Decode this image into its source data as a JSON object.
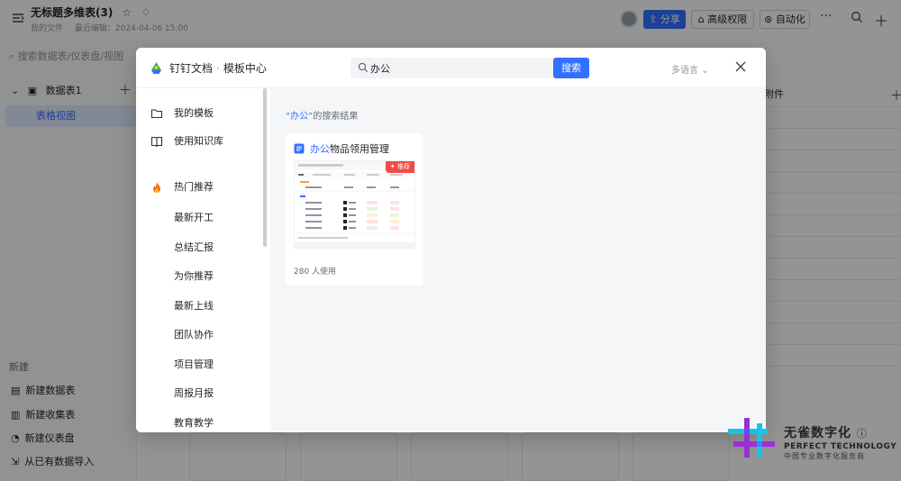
{
  "app": {
    "doc_title": "无标题多维表(3)",
    "doc_owner": "我的文件",
    "doc_edited": "最近编辑：2024-04-06 15:00",
    "share_label": "分享",
    "permission_label": "高级权限",
    "automation_label": "自动化",
    "more_label": "···"
  },
  "sidebar": {
    "search_placeholder": "搜索数据表/仪表盘/视图",
    "table_name": "数据表1",
    "view_name": "表格视图",
    "new_section": "新建",
    "actions": [
      "新建数据表",
      "新建收集表",
      "新建仪表盘",
      "从已有数据导入"
    ]
  },
  "grid": {
    "column_header": "附件"
  },
  "modal": {
    "brand": "钉钉文档",
    "section": "模板中心",
    "search_value": "办公",
    "search_button": "搜索",
    "language": "多语言",
    "left_nav": [
      {
        "label": "我的模板",
        "icon": "folder-icon"
      },
      {
        "label": "使用知识库",
        "icon": "book-icon"
      },
      {
        "label": "热门推荐",
        "icon": "fire-icon"
      }
    ],
    "categories": [
      "最新开工",
      "总结汇报",
      "为你推荐",
      "最新上线",
      "团队协作",
      "项目管理",
      "周报月报",
      "教育教学"
    ],
    "result_query": "“办公”",
    "result_suffix": "的搜索结果",
    "card": {
      "name_highlight": "办公",
      "name_rest": "物品领用管理",
      "badge": "推荐",
      "usage": "280 人使用"
    }
  },
  "watermark": {
    "name_cn": "无雀数字化",
    "name_en": "PERFECT TECHNOLOGY",
    "tagline": "中国专业数字化服务商"
  },
  "colors": {
    "accent": "#3370ff",
    "badge": "#f54a45",
    "selected_bg": "#e1eaff"
  }
}
